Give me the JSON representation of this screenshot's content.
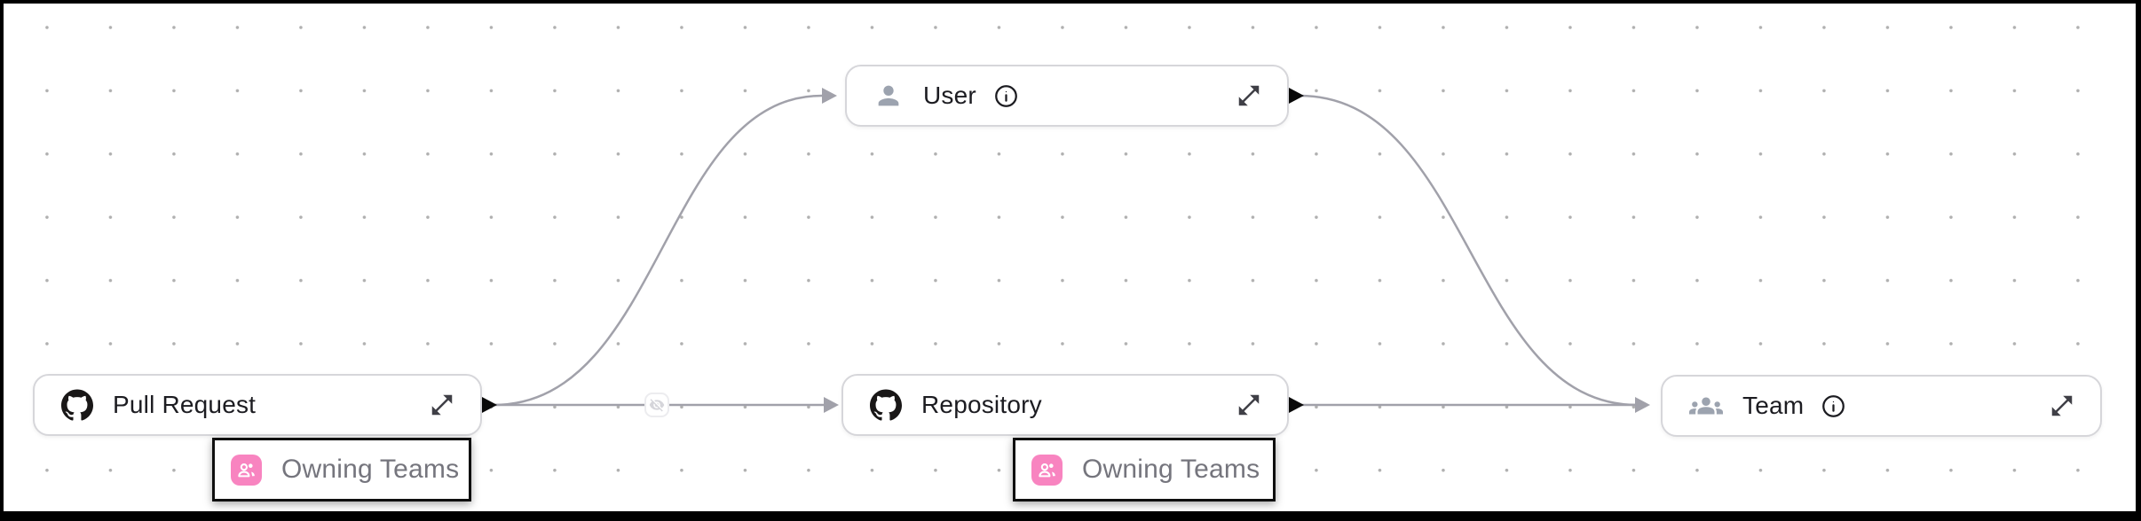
{
  "diagram": {
    "nodes": [
      {
        "id": "pull-request",
        "label": "Pull Request",
        "icon": "github-icon",
        "has_info": false
      },
      {
        "id": "user",
        "label": "User",
        "icon": "person-icon",
        "has_info": true
      },
      {
        "id": "repository",
        "label": "Repository",
        "icon": "github-icon",
        "has_info": false
      },
      {
        "id": "team",
        "label": "Team",
        "icon": "groups-icon",
        "has_info": true
      }
    ],
    "edges": [
      {
        "from": "Pull Request",
        "to": "User"
      },
      {
        "from": "Pull Request",
        "to": "Repository",
        "badge_icon": "visibility-off-icon"
      },
      {
        "from": "Repository",
        "to": "Team"
      },
      {
        "from": "User",
        "to": "Team"
      }
    ],
    "badges": [
      {
        "label": "Owning Teams",
        "icon": "group-icon"
      },
      {
        "label": "Owning Teams",
        "icon": "group-icon"
      }
    ],
    "colors": {
      "frame": "#000000",
      "grid_dot": "#b0b0b0",
      "edge": "#a1a1aa",
      "node_border": "#d6d6da",
      "node_text": "#1c1c21",
      "source_handle": "#0a0a0a",
      "muted_icon": "#9ca3af",
      "dark_icon": "#3f3f46",
      "badge_icon_bg": "#f884c0",
      "badge_text": "#75757d",
      "edge_badge_icon": "#d5d5da"
    }
  }
}
